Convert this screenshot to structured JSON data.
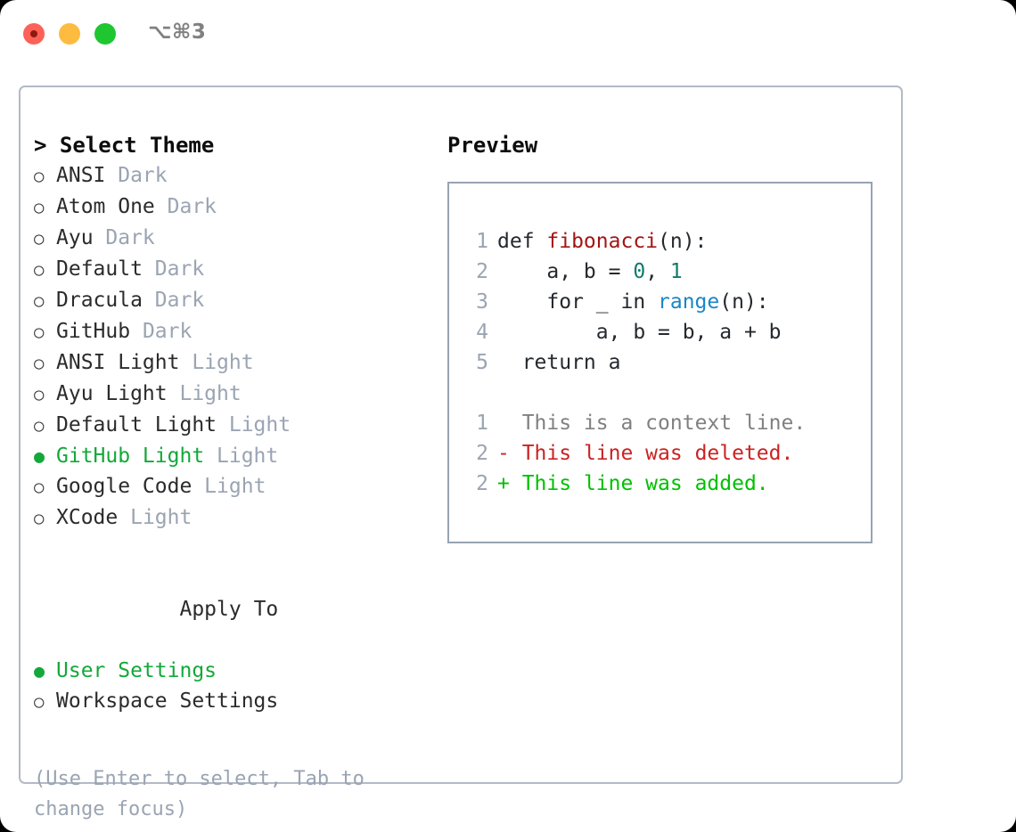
{
  "titlebar": {
    "shortcut": "⌥⌘3",
    "traffic_lights": [
      "close-red",
      "minimize-yellow",
      "zoom-green"
    ]
  },
  "theme_picker": {
    "header": "> Select Theme",
    "selected_bullet": "●",
    "unselected_bullet": "○",
    "options": [
      {
        "name": "ANSI",
        "variant": "Dark",
        "selected": false
      },
      {
        "name": "Atom One",
        "variant": "Dark",
        "selected": false
      },
      {
        "name": "Ayu",
        "variant": "Dark",
        "selected": false
      },
      {
        "name": "Default",
        "variant": "Dark",
        "selected": false
      },
      {
        "name": "Dracula",
        "variant": "Dark",
        "selected": false
      },
      {
        "name": "GitHub",
        "variant": "Dark",
        "selected": false
      },
      {
        "name": "ANSI Light",
        "variant": "Light",
        "selected": false
      },
      {
        "name": "Ayu Light",
        "variant": "Light",
        "selected": false
      },
      {
        "name": "Default Light",
        "variant": "Light",
        "selected": false
      },
      {
        "name": "GitHub Light",
        "variant": "Light",
        "selected": true
      },
      {
        "name": "Google Code",
        "variant": "Light",
        "selected": false
      },
      {
        "name": "XCode",
        "variant": "Light",
        "selected": false
      }
    ]
  },
  "apply_to": {
    "heading": "Apply To",
    "options": [
      {
        "name": "User Settings",
        "selected": true
      },
      {
        "name": "Workspace Settings",
        "selected": false
      }
    ]
  },
  "hint": "(Use Enter to select, Tab to change focus)",
  "preview": {
    "title": "Preview",
    "code_lines": [
      {
        "no": "1",
        "segments": [
          {
            "t": "def ",
            "c": "plain"
          },
          {
            "t": "fibonacci",
            "c": "fn"
          },
          {
            "t": "(n):",
            "c": "plain"
          }
        ]
      },
      {
        "no": "2",
        "segments": [
          {
            "t": "    a, b = ",
            "c": "plain"
          },
          {
            "t": "0",
            "c": "num"
          },
          {
            "t": ", ",
            "c": "plain"
          },
          {
            "t": "1",
            "c": "num"
          }
        ]
      },
      {
        "no": "3",
        "segments": [
          {
            "t": "    for _ in ",
            "c": "plain"
          },
          {
            "t": "range",
            "c": "call"
          },
          {
            "t": "(n):",
            "c": "plain"
          }
        ]
      },
      {
        "no": "4",
        "segments": [
          {
            "t": "        a, b = b, a + b",
            "c": "plain"
          }
        ]
      },
      {
        "no": "5",
        "segments": [
          {
            "t": "  return a",
            "c": "plain"
          }
        ]
      }
    ],
    "diff_lines": [
      {
        "no": "1",
        "marker": " ",
        "text": " This is a context line.",
        "kind": "ctx"
      },
      {
        "no": "2",
        "marker": "-",
        "text": " This line was deleted.",
        "kind": "del"
      },
      {
        "no": "2",
        "marker": "+",
        "text": " This line was added.",
        "kind": "add"
      }
    ]
  },
  "colors": {
    "accent_green": "#14a83a",
    "muted": "#9aa4b2",
    "panel_border": "#b2bac6",
    "preview_border": "#98a3b2",
    "syntax_function": "#a31515",
    "syntax_number": "#0f7b6c",
    "syntax_call": "#1a86c8",
    "diff_add": "#00c000",
    "diff_del": "#cc2222",
    "diff_ctx": "#808080"
  }
}
